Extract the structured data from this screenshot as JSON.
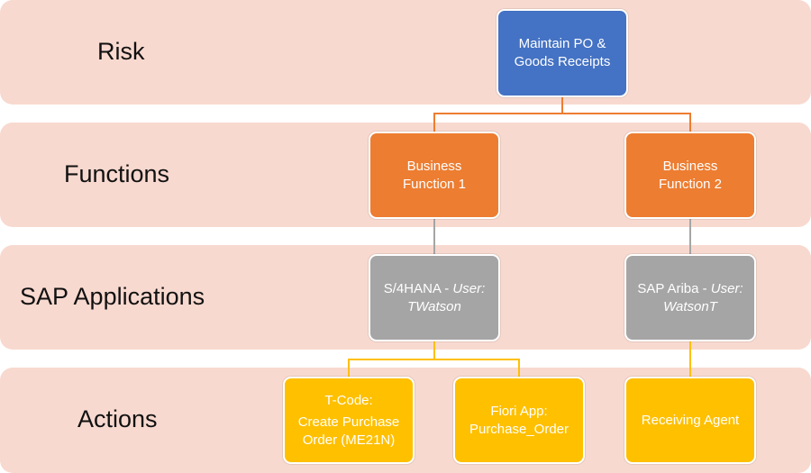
{
  "colors": {
    "band": "#f8d9cf",
    "risk": "#4472c4",
    "function": "#ed7d31",
    "application": "#a5a5a5",
    "action": "#ffc000",
    "connector_orange": "#ed7d31",
    "connector_gray": "#a5a5a5",
    "connector_yellow": "#ffc000"
  },
  "rows": {
    "risk": "Risk",
    "functions": "Functions",
    "applications": "SAP Applications",
    "actions": "Actions"
  },
  "risk_node": {
    "line1": "Maintain PO &",
    "line2": "Goods Receipts"
  },
  "functions": [
    {
      "line1": "Business",
      "line2": "Function 1"
    },
    {
      "line1": "Business",
      "line2": "Function 2"
    }
  ],
  "applications": [
    {
      "app": "S/4HANA - ",
      "user_label": "User:",
      "user": "TWatson"
    },
    {
      "app": "SAP Ariba - ",
      "user_label": "User:",
      "user": "WatsonT"
    }
  ],
  "actions": [
    {
      "line1": "T-Code:",
      "line2": "Create Purchase",
      "line3": "Order (ME21N)"
    },
    {
      "line1": "Fiori App:",
      "line2": "Purchase_Order"
    },
    {
      "line1": "Receiving Agent"
    }
  ]
}
